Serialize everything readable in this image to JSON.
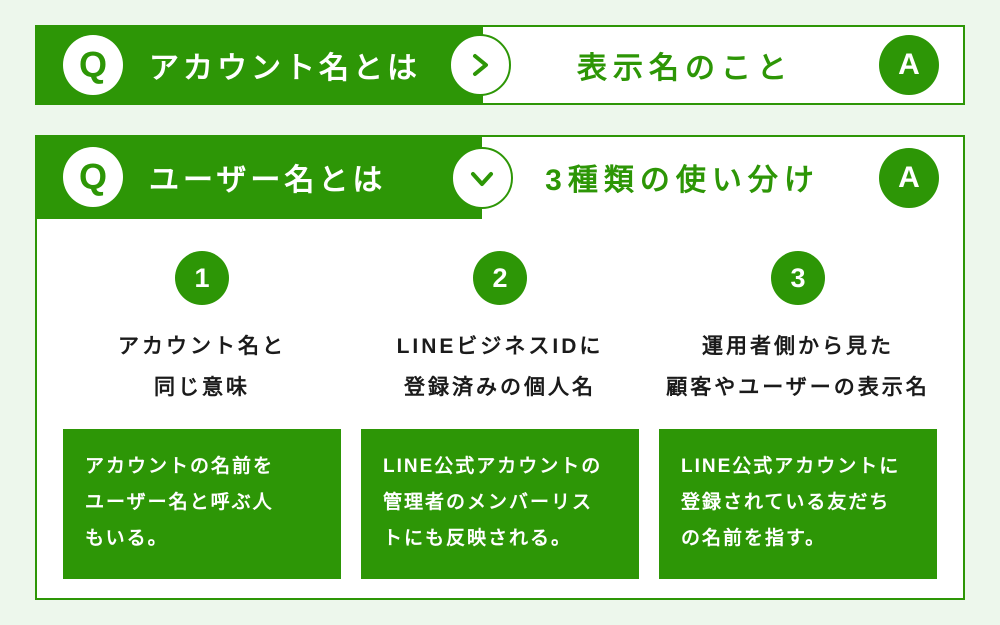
{
  "colors": {
    "green": "#2D9606",
    "page_bg": "#EDF7EC",
    "text_dark": "#1B1B1B",
    "white": "#FFFFFF"
  },
  "banner1": {
    "q_label": "Q",
    "question": "アカウント名とは",
    "divider_icon": "chevron-right",
    "answer": "表示名のこと",
    "a_label": "A"
  },
  "section2": {
    "q_label": "Q",
    "question": "ユーザー名とは",
    "divider_icon": "chevron-down",
    "answer": "3種類の使い分け",
    "a_label": "A",
    "items": [
      {
        "number": "1",
        "caption": "アカウント名と\n同じ意味",
        "detail": "アカウントの名前を\nユーザー名と呼ぶ人\nもいる。"
      },
      {
        "number": "2",
        "caption": "LINEビジネスIDに\n登録済みの個人名",
        "detail": "LINE公式アカウントの\n管理者のメンバーリス\nトにも反映される。"
      },
      {
        "number": "3",
        "caption": "運用者側から見た\n顧客やユーザーの表示名",
        "detail": "LINE公式アカウントに\n登録されている友だち\nの名前を指す。"
      }
    ]
  }
}
